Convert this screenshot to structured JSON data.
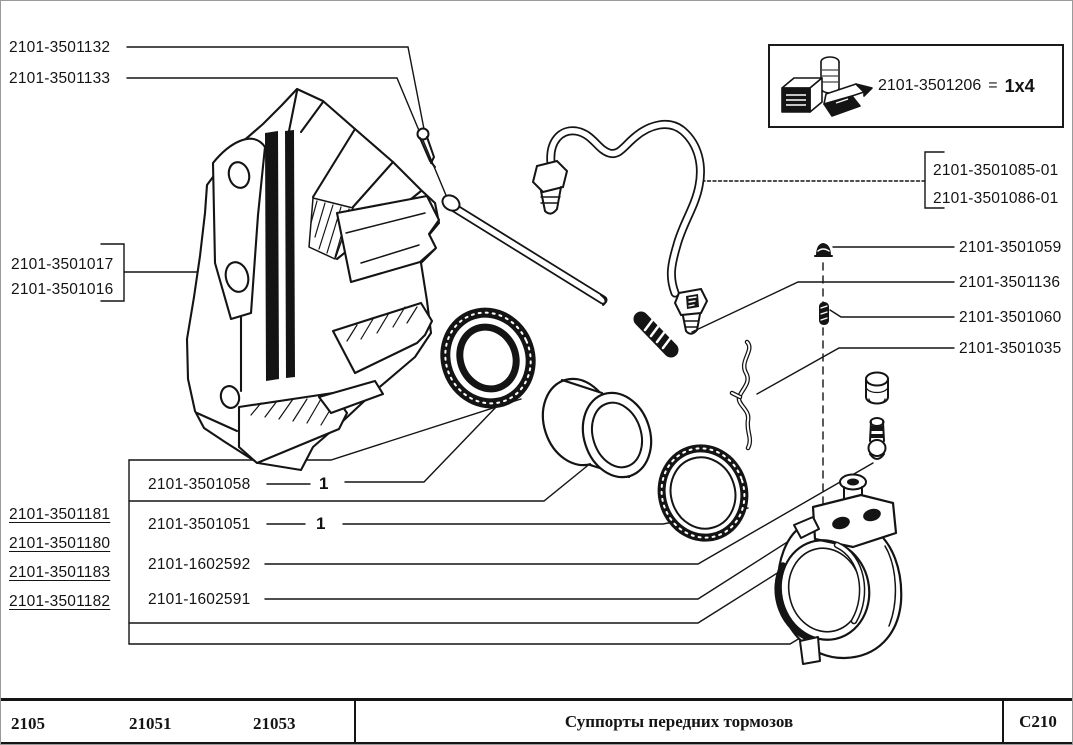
{
  "kit_box": {
    "part_number": "2101-3501206",
    "equals": "=",
    "quantity": "1x4",
    "icon": "repair-kit-icon"
  },
  "callouts": {
    "cotter_pin": "2101-3501132",
    "guide_pin": "2101-3501133",
    "caliper_upper": "2101-3501017",
    "caliper_lower": "2101-3501016",
    "hose_upper": "2101-3501085-01",
    "hose_lower": "2101-3501086-01",
    "cap": "2101-3501059",
    "pad_spring": "2101-3501136",
    "pin_spring": "2101-3501060",
    "cylinder_body": "2101-3501035",
    "dust_boot": "2101-3501058",
    "dust_boot_qty": "1",
    "seal_ring": "2101-3501051",
    "seal_ring_qty": "1",
    "bleeder_valve": "2101-1602592",
    "bleeder_cap": "2101-1602591",
    "pad_kits": [
      "2101-3501181",
      "2101-3501180",
      "2101-3501183",
      "2101-3501182"
    ]
  },
  "footer": {
    "models": [
      "2105",
      "21051",
      "21053"
    ],
    "title": "Суппорты передних тормозов",
    "sheet_code": "С210"
  }
}
